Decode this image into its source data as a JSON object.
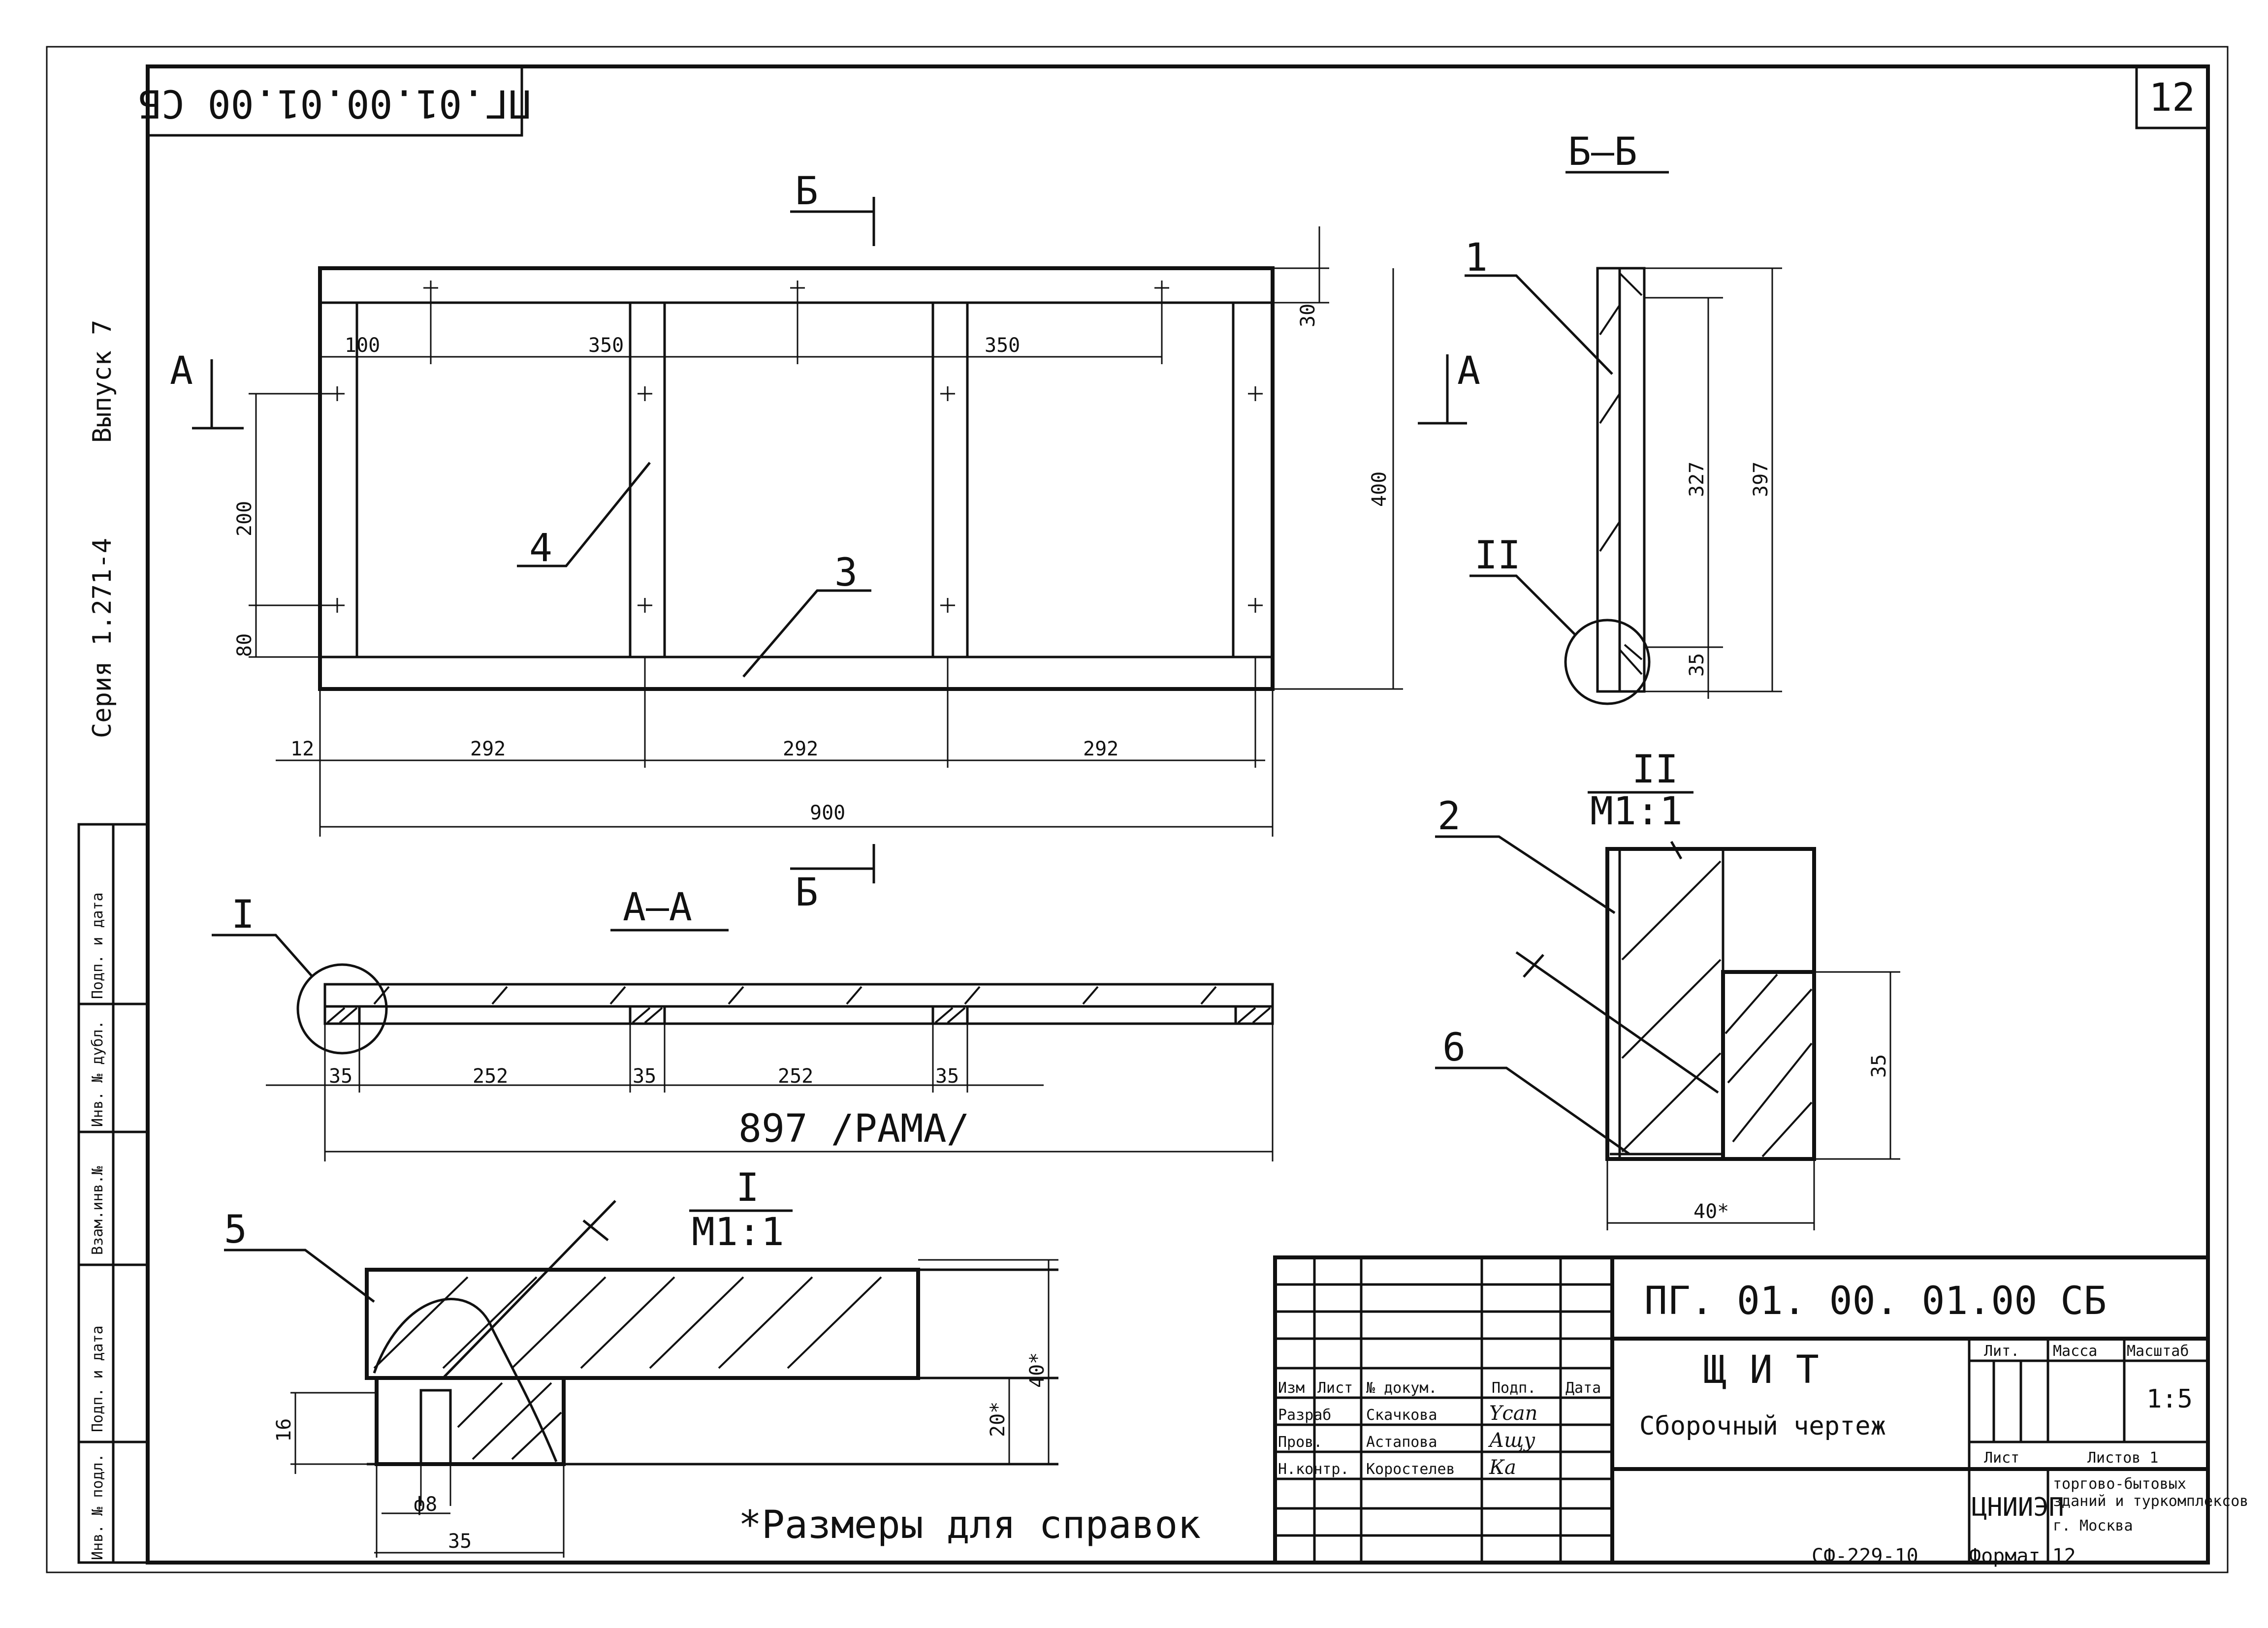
{
  "drawing": {
    "code_stamp_top": "ПГ.01.00.01.00 СБ",
    "sheet_number": "12",
    "side_series": "Серия 1.271-4",
    "side_issue": "Выпуск 7",
    "side_columns": [
      "Инв. № подл.",
      "Подп. и дата",
      "Взам.инв.№",
      "Инв. № дубл.",
      "Подп. и дата"
    ]
  },
  "views": {
    "plan": {
      "dims": {
        "d100": "100",
        "d350a": "350",
        "d350b": "350",
        "d30": "30",
        "d200": "200",
        "d80": "80",
        "d400": "400",
        "d12": "12",
        "d292a": "292",
        "d292b": "292",
        "d292c": "292",
        "d900": "900"
      },
      "cut_a_left": "А",
      "cut_a_right": "А",
      "cut_b_top": "Б",
      "cut_b_bottom": "Б",
      "pos_4": "4",
      "pos_3": "3"
    },
    "section_bb": {
      "title": "Б–Б",
      "pos_1": "1",
      "detail_ref": "II",
      "dims": {
        "d327": "327",
        "d397": "397",
        "d35": "35"
      }
    },
    "section_aa": {
      "title": "А–А",
      "detail_ref": "I",
      "dims": {
        "d35a": "35",
        "d252a": "252",
        "d35b": "35",
        "d252b": "252",
        "d35c": "35",
        "d897": "897 /РАМА/"
      }
    },
    "detail_i": {
      "title": "I",
      "scale": "М1:1",
      "pos_5": "5",
      "dims": {
        "d16": "16",
        "phi8": "ф8",
        "d35": "35",
        "d20": "20*",
        "d40": "40*"
      }
    },
    "detail_ii": {
      "title": "II",
      "scale": "М1:1",
      "pos_2": "2",
      "pos_6": "6",
      "dims": {
        "d35": "35",
        "d40": "40*"
      }
    },
    "note": "*Размеры для справок"
  },
  "title_block": {
    "doc_code": "ПГ. 01. 00. 01.00  СБ",
    "name_line1": "Щ И Т",
    "name_line2": "Сборочный чертеж",
    "col_headers": [
      "Изм",
      "Лист",
      "№ докум.",
      "Подп.",
      "Дата"
    ],
    "rows": [
      {
        "role": "Разраб",
        "name": "Скачкова",
        "sign": "Ycan"
      },
      {
        "role": "Пров.",
        "name": "Астапова",
        "sign": "Ащу"
      },
      {
        "role": "Н.контр.",
        "name": "Коростелев",
        "sign": "Ка"
      }
    ],
    "lit_header": "Лит.",
    "mass_header": "Масса",
    "scale_header": "Масштаб",
    "scale_value": "1:5",
    "sheet_label": "Лист",
    "sheets_label": "Листов 1",
    "org_logo": "ЦНИИЭП",
    "org_line1": "торгово-бытовых",
    "org_line2": "зданий и туркомплексов",
    "org_line3": "г. Москва",
    "footer_code": "СФ-229-10",
    "footer_format": "Формат 12"
  }
}
